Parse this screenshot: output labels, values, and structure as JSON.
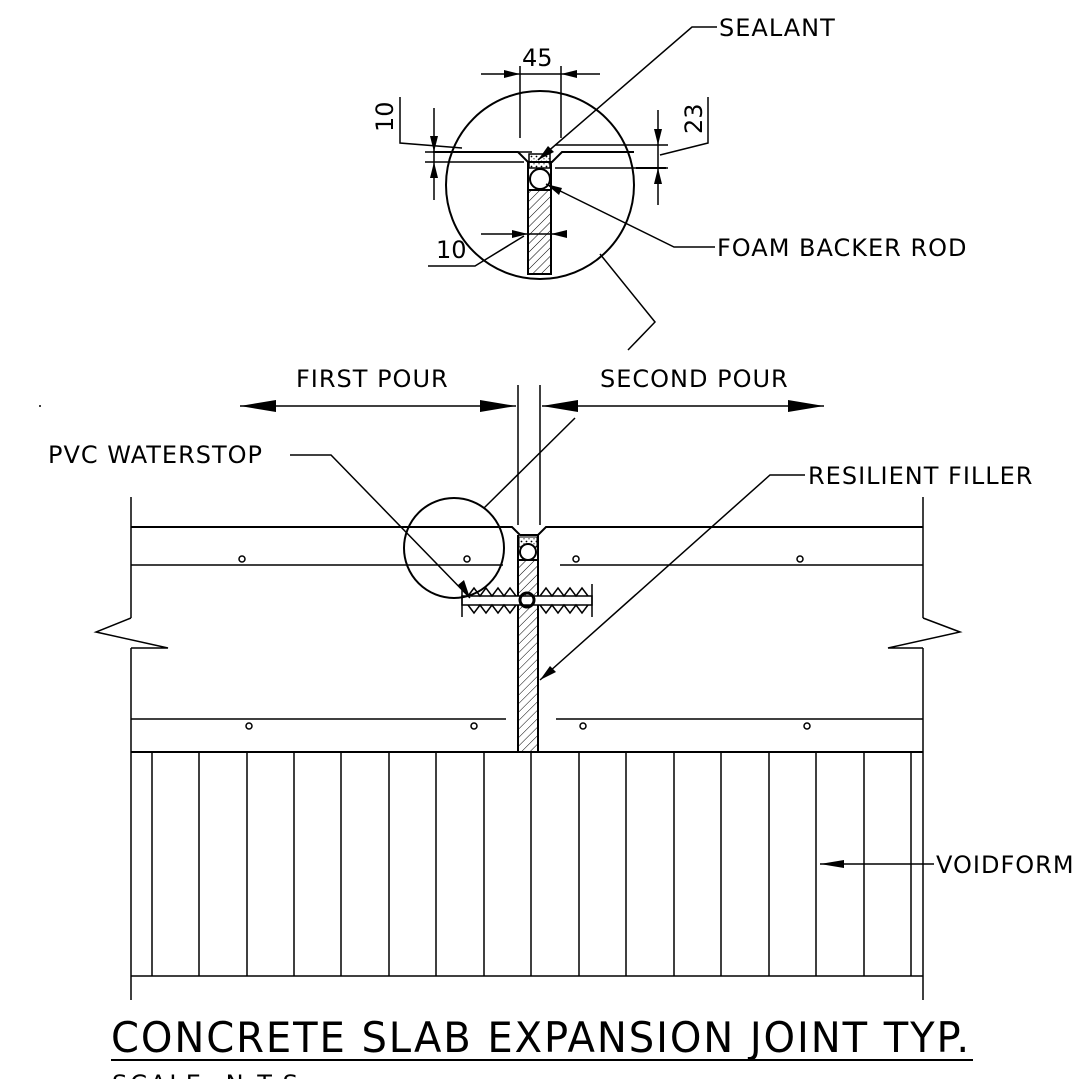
{
  "detail": {
    "sealant": "SEALANT",
    "foam_backer_rod": "FOAM BACKER ROD",
    "dim_45": "45",
    "dim_10_top": "10",
    "dim_23": "23",
    "dim_10_bottom": "10"
  },
  "section": {
    "first_pour": "FIRST POUR",
    "second_pour": "SECOND POUR",
    "pvc_waterstop": "PVC WATERSTOP",
    "resilient_filler": "RESILIENT FILLER",
    "voidform": "VOIDFORM"
  },
  "title": {
    "main": "CONCRETE SLAB EXPANSION JOINT TYP.",
    "scale": "SCALE: N.T.S."
  }
}
